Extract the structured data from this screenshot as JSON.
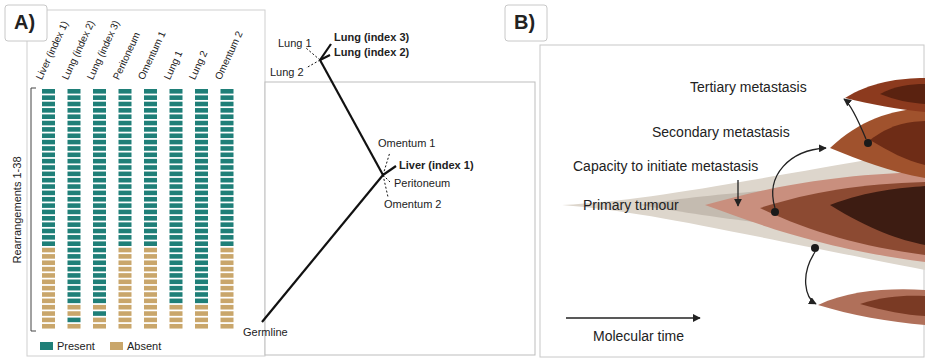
{
  "diagram": {
    "labels": [
      "A)",
      "Liver (index 1)",
      "Lung (index 2)",
      "Lung (index 3)",
      "Peritoneum",
      "Omentum 1",
      "Lung 1",
      "Lung 2",
      "Omentum 2",
      "Rearrangements 1-38",
      "Lung 1",
      "Lung (index 3)",
      "Lung (index 2)",
      "Lung 2",
      "Omentum 1",
      "Liver (index 1)",
      "Peritoneum",
      "Omentum 2",
      "Germline",
      "B)",
      "Tertiary metastasis",
      "Secondary metastasis",
      "Capacity to initiate metastasis",
      "Primary tumour",
      "Molecular time"
    ],
    "legend": [
      {
        "text": "Present",
        "color": "#1f7f78"
      },
      {
        "text": "Absent",
        "color": "#c9a66b"
      }
    ]
  }
}
